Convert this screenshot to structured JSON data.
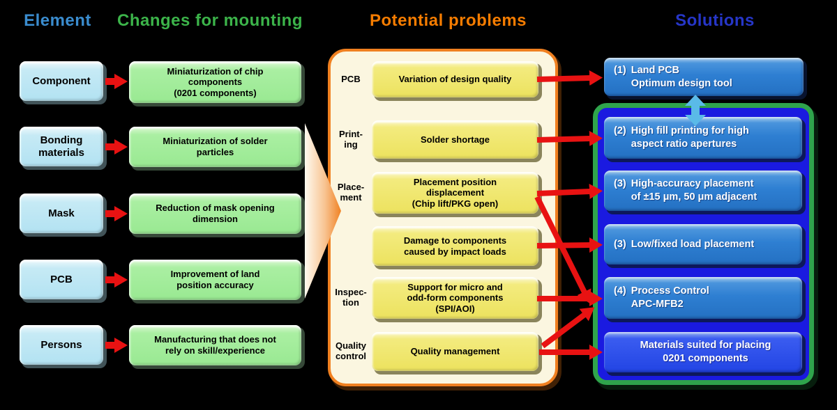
{
  "colors": {
    "background": "#000000",
    "header_element": "#3A8CCE",
    "header_changes": "#3CB44A",
    "header_problems": "#F57C00",
    "header_solutions": "#2636C8",
    "element_box": "#B8E4F2",
    "change_box": "#9FEB98",
    "problem_box": "#EFE668",
    "problem_container_bg": "#FBF6E0",
    "problem_container_border": "#F08020",
    "solution_box": "#2E7FD2",
    "solution_box_bright": "#2244E4",
    "solution_container_bg": "#1A1AE0",
    "solution_container_border": "#2FA44C",
    "arrow_red": "#E81212",
    "arrow_lightblue": "#5ABAE8"
  },
  "headers": {
    "element": "Element",
    "changes": "Changes for mounting",
    "problems": "Potential problems",
    "solutions": "Solutions"
  },
  "elements": [
    "Component",
    "Bonding\nmaterials",
    "Mask",
    "PCB",
    "Persons"
  ],
  "changes": [
    "Miniaturization of chip\ncomponents\n(0201 components)",
    "Miniaturization of solder\nparticles",
    "Reduction of mask opening\ndimension",
    "Improvement of land\nposition accuracy",
    "Manufacturing that does not\nrely on skill/experience"
  ],
  "problems": {
    "categories": [
      "PCB",
      "Print-\ning",
      "Place-\nment",
      "Inspec-\ntion",
      "Quality\ncontrol"
    ],
    "items": [
      "Variation of design quality",
      "Solder shortage",
      "Placement position\ndisplacement\n(Chip lift/PKG open)",
      "Damage to components\ncaused by impact loads",
      "Support for micro and\nodd-form components\n(SPI/AOI)",
      "Quality management"
    ]
  },
  "solutions": {
    "items": [
      {
        "num": "(1)",
        "line1": "Land PCB",
        "line2": "Optimum design tool"
      },
      {
        "num": "(2)",
        "line1": "High fill printing for high",
        "line2": "aspect ratio apertures"
      },
      {
        "num": "(3)",
        "line1": "High-accuracy placement",
        "line2": "of ±15 μm, 50 μm adjacent"
      },
      {
        "num": "(3)",
        "line1": "Low/fixed load placement",
        "line2": ""
      },
      {
        "num": "(4)",
        "line1": "Process Control",
        "line2": "APC-MFB2"
      },
      {
        "num": "",
        "line1": "Materials suited for placing",
        "line2": "0201 components"
      }
    ]
  },
  "connections": {
    "element_to_change": [
      [
        0,
        0
      ],
      [
        1,
        1
      ],
      [
        2,
        2
      ],
      [
        3,
        3
      ],
      [
        4,
        4
      ]
    ],
    "problem_to_solution": [
      [
        0,
        0
      ],
      [
        1,
        1
      ],
      [
        2,
        2
      ],
      [
        2,
        4
      ],
      [
        3,
        3
      ],
      [
        4,
        4
      ],
      [
        5,
        4
      ],
      [
        5,
        5
      ]
    ]
  }
}
